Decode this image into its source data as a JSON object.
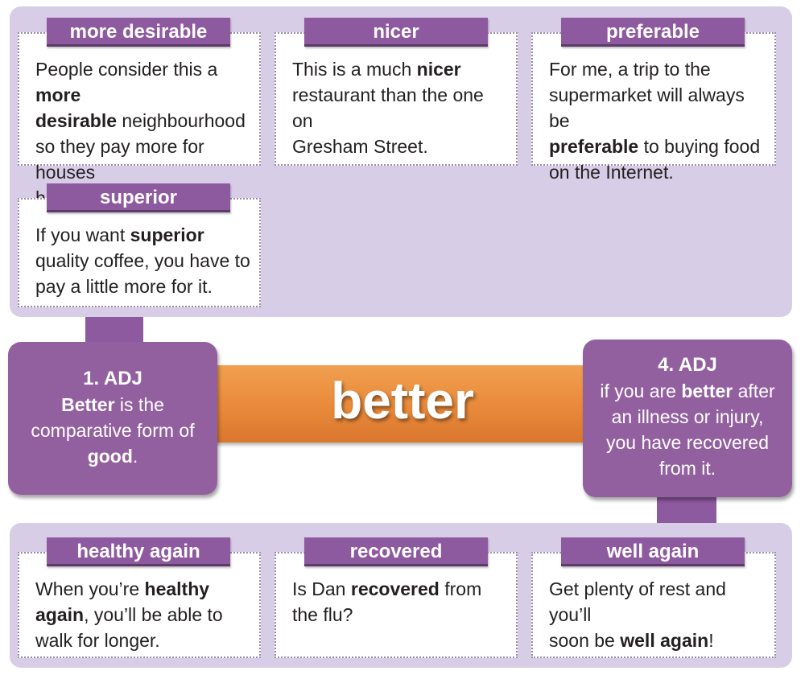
{
  "headword": "better",
  "colors": {
    "panel": "#d8cde6",
    "tab": "#8e5a9f",
    "sense_box": "#93609f",
    "bar": "#e9893a"
  },
  "sense1": {
    "number": "1. ADJ",
    "line1_bold": "Better",
    "line1_rest": " is the",
    "line2": "comparative form of",
    "line3_bold": "good",
    "line3_end": "."
  },
  "sense4": {
    "number": "4. ADJ",
    "line1_pre": "if you are ",
    "line1_bold": "better",
    "line1_post": " after",
    "line2": "an illness or injury,",
    "line3": "you have recovered",
    "line4": "from it."
  },
  "top_cards": [
    {
      "tab": "more desirable",
      "lines": [
        {
          "pre": "People consider this a ",
          "bold": "more",
          "post": ""
        },
        {
          "pre": "",
          "bold": "desirable",
          "post": " neighbourhood"
        },
        {
          "pre": "so they pay more for houses",
          "bold": "",
          "post": ""
        },
        {
          "pre": "here.",
          "bold": "",
          "post": ""
        }
      ]
    },
    {
      "tab": "nicer",
      "lines": [
        {
          "pre": "This is a much ",
          "bold": "nicer",
          "post": ""
        },
        {
          "pre": "restaurant than the one on",
          "bold": "",
          "post": ""
        },
        {
          "pre": "Gresham Street.",
          "bold": "",
          "post": ""
        }
      ]
    },
    {
      "tab": "preferable",
      "lines": [
        {
          "pre": "For me, a trip to the",
          "bold": "",
          "post": ""
        },
        {
          "pre": "supermarket will always be",
          "bold": "",
          "post": ""
        },
        {
          "pre": "",
          "bold": "preferable",
          "post": " to buying food"
        },
        {
          "pre": "on the Internet.",
          "bold": "",
          "post": ""
        }
      ]
    },
    {
      "tab": "superior",
      "lines": [
        {
          "pre": "If you want ",
          "bold": "superior",
          "post": ""
        },
        {
          "pre": "quality coffee, you have to",
          "bold": "",
          "post": ""
        },
        {
          "pre": "pay a little more for it.",
          "bold": "",
          "post": ""
        }
      ]
    }
  ],
  "bottom_cards": [
    {
      "tab": "healthy again",
      "lines": [
        {
          "pre": "When you’re ",
          "bold": "healthy",
          "post": ""
        },
        {
          "pre": "",
          "bold": "again",
          "post": ", you’ll be able to"
        },
        {
          "pre": "walk for longer.",
          "bold": "",
          "post": ""
        }
      ]
    },
    {
      "tab": "recovered",
      "lines": [
        {
          "pre": "Is Dan ",
          "bold": "recovered",
          "post": " from"
        },
        {
          "pre": "the flu?",
          "bold": "",
          "post": ""
        }
      ]
    },
    {
      "tab": "well again",
      "lines": [
        {
          "pre": "Get plenty of rest and you’ll",
          "bold": "",
          "post": ""
        },
        {
          "pre": "soon be ",
          "bold": "well again",
          "post": "!"
        }
      ]
    }
  ]
}
